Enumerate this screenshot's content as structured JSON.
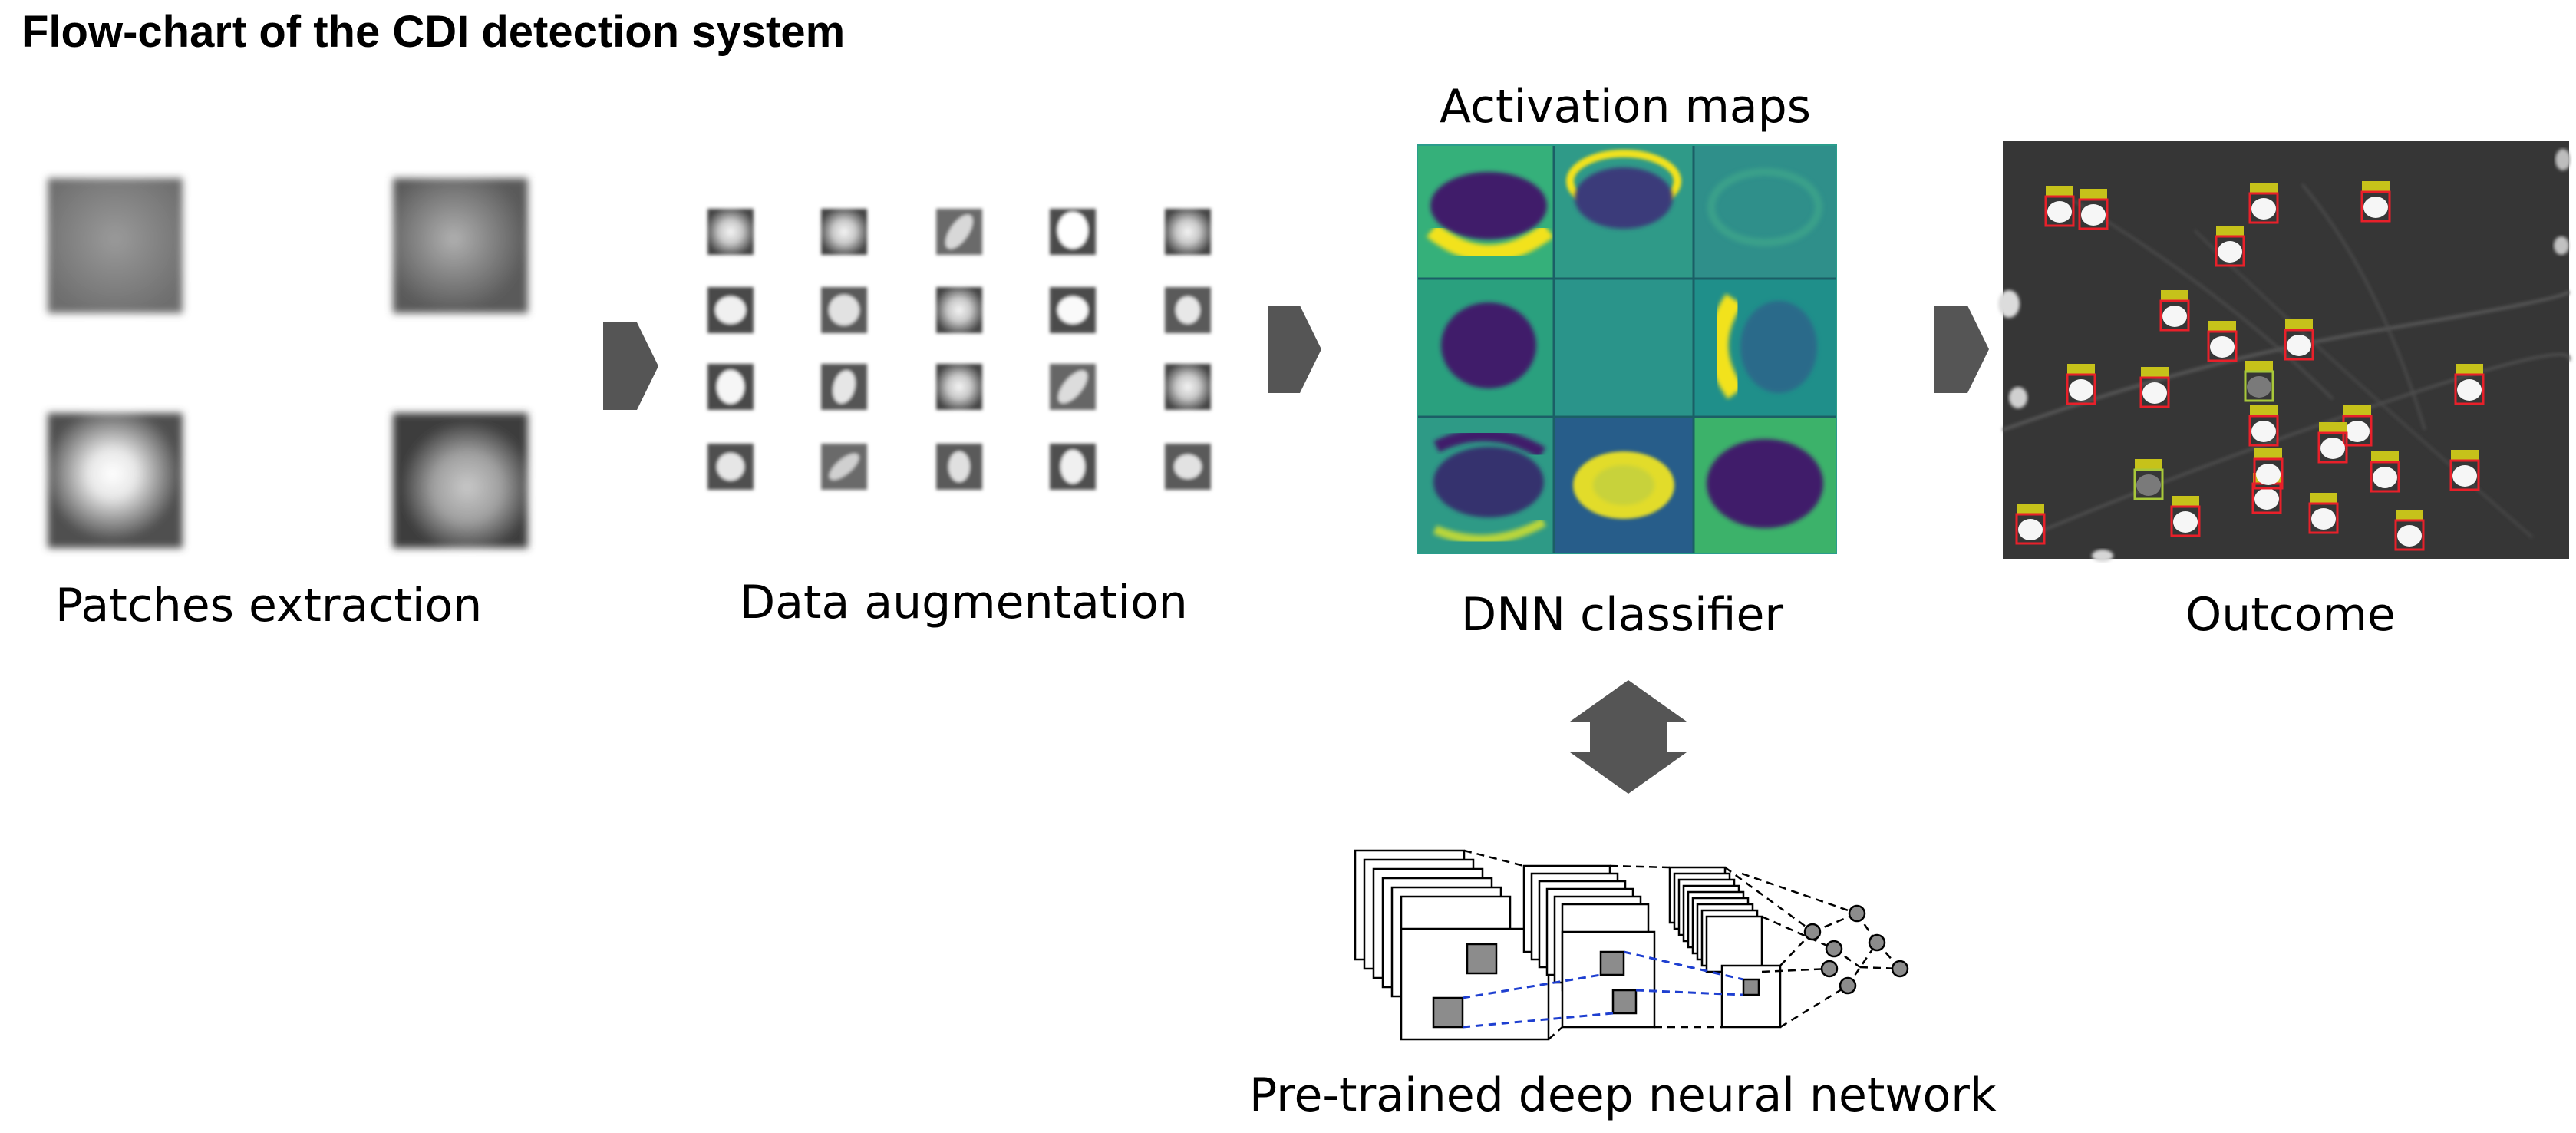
{
  "title": "Flow-chart of the CDI detection system",
  "stages": {
    "patches": "Patches extraction",
    "augmentation": "Data augmentation",
    "activation_title": "Activation maps",
    "classifier": "DNN classifier",
    "outcome": "Outcome",
    "network": "Pre-trained deep neural network"
  },
  "colors": {
    "arrow": "#555555",
    "detection_box": "#e8202a",
    "detection_tag": "#c6c21a",
    "uncertain_box": "#a8c83a",
    "viridis_dark": "#3f1f6a",
    "viridis_mid": "#2a9d8c",
    "viridis_light": "#f2e21c",
    "nn_connection": "#1e3fd0"
  },
  "icons": [
    "right-arrow-icon",
    "double-vertical-arrow-icon"
  ]
}
